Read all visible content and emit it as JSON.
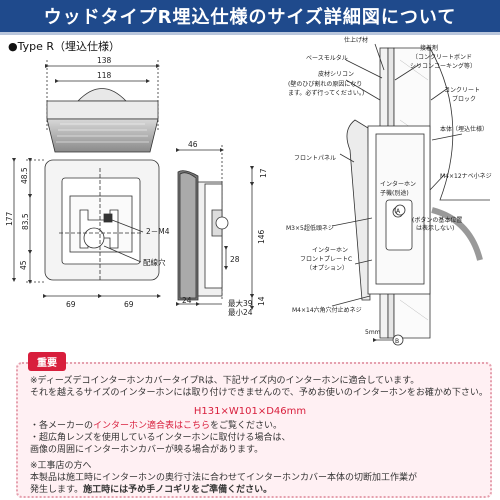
{
  "banner": {
    "title": "ウッドタイプR埋込仕様のサイズ詳細図について"
  },
  "subtitle": "●Type R（埋込仕様）",
  "front_view": {
    "dims": {
      "overall_width": "138",
      "inner_width": "118",
      "height_total": "177",
      "h1": "48.5",
      "h2": "83.5",
      "h3": "45",
      "half_left": "69",
      "half_right": "69"
    },
    "labels": {
      "screw": "2－M4",
      "wiring_hole": "配線穴"
    }
  },
  "side_view": {
    "dims": {
      "depth": "46",
      "top_gap": "17",
      "inner_height": "146",
      "bottom_gap": "14",
      "recess": "28",
      "wall": "24",
      "max": "最大39",
      "min": "最小24"
    }
  },
  "section_view": {
    "labels": {
      "finish": "仕上げ材",
      "base_mortar": "ベースモルタル",
      "silicone": "皮材シリコン",
      "silicone_note1": "(壁のひび割れの原因になり",
      "silicone_note2": "ます。必ず行ってください。)",
      "bond": "接着剤",
      "bond_note1": "〔コンクリートボンド",
      "bond_note2": "シリコンコーキング等〕",
      "block": "コンクリート",
      "block2": "ブロック",
      "body": "本体（埋込仕様）",
      "front_panel": "フロントパネル",
      "intercom1": "インターホン",
      "intercom2": "子機(別途)",
      "button1": "(ボタンの基本位置",
      "button2": "は表示しない)",
      "m4_tap": "M4×12ナベ小ネジ",
      "m3_screw": "M3×5超低頭ネジ",
      "plate1": "インターホン",
      "plate2": "フロントプレートC",
      "plate3": "（オプション）",
      "m4_hex": "M4×14六角穴付止めネジ",
      "gap": "5mm",
      "marker_a": "A",
      "marker_b": "B"
    }
  },
  "notes": {
    "tag": "重要",
    "line1": "※ディーズデコインターホンカバータイプRは、下記サイズ内のインターホンに適合しています。",
    "line2": "それを越えるサイズのインターホンには取り付けできませんので、予めお使いのインターホンをお確かめ下さい。",
    "size": "H131×W101×D46mm",
    "line3a": "・各メーカーの",
    "line3b": "インターホン適合表はこちら",
    "line3c": "をご覧ください。",
    "line4": "・超広角レンズを使用しているインターホンに取付ける場合は、",
    "line5": "画像の周囲にインターホンカバーが映る場合があります。",
    "line6": "※工事店の方へ",
    "line7": "本製品は施工時にインターホンの奥行寸法に合わせてインターホンカバー本体の切断加工作業が",
    "line8a": "発生します。",
    "line8b": "施工時には予め手ノコギリをご準備ください。"
  }
}
